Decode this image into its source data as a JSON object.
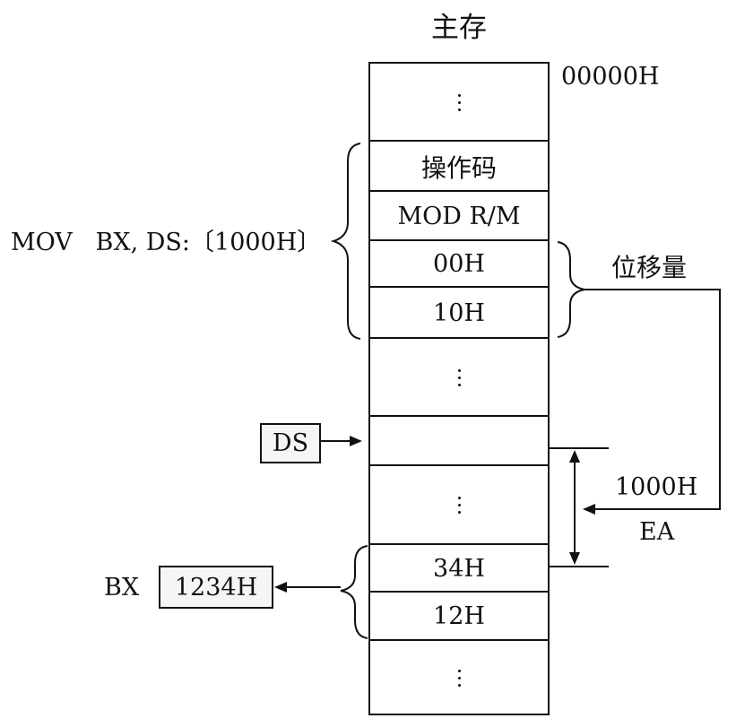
{
  "memory": {
    "title": "主存",
    "start_address": "00000H",
    "cells": {
      "opcode": "操作码",
      "modrm": "MOD R/M",
      "disp_low": "00H",
      "disp_high": "10H",
      "data_low": "34H",
      "data_high": "12H"
    }
  },
  "instruction": {
    "text": "MOV   BX, DS:〔1000H〕"
  },
  "displacement": {
    "label": "位移量",
    "value": "1000H",
    "ea_label": "EA"
  },
  "registers": {
    "ds_label": "DS",
    "bx_label": "BX",
    "bx_value": "1234H"
  }
}
